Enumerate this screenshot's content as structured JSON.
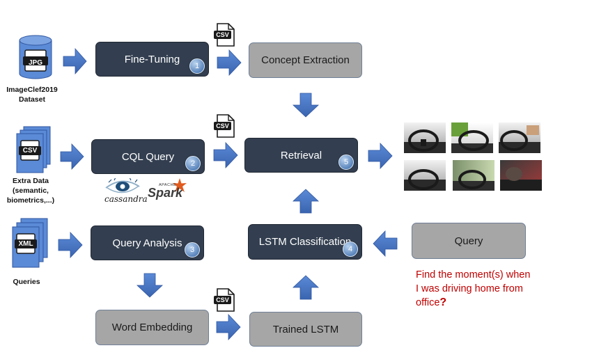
{
  "boxes": {
    "fine_tuning": {
      "label": "Fine-Tuning",
      "badge": "1"
    },
    "cql_query": {
      "label": "CQL Query",
      "badge": "2"
    },
    "query_analysis": {
      "label": "Query Analysis",
      "badge": "3"
    },
    "lstm_classification": {
      "label": "LSTM Classification",
      "badge": "4"
    },
    "retrieval": {
      "label": "Retrieval",
      "badge": "5"
    },
    "concept_extraction": {
      "label": "Concept Extraction"
    },
    "word_embedding": {
      "label": "Word Embedding"
    },
    "trained_lstm": {
      "label": "Trained LSTM"
    },
    "query": {
      "label": "Query"
    }
  },
  "inputs": {
    "dataset": {
      "icon_text": "JPG",
      "label_line1": "ImageClef2019",
      "label_line2": "Dataset"
    },
    "extra_data": {
      "icon_text": "CSV",
      "label_line1": "Extra Data",
      "label_line2": "(semantic,",
      "label_line3": "biometrics,...)"
    },
    "queries": {
      "icon_text": "XML",
      "label_line1": "Queries"
    }
  },
  "file_icons": {
    "csv": "CSV"
  },
  "logos": {
    "cassandra": "cassandra",
    "spark_brand": "Spark",
    "spark_small": "APACHE"
  },
  "example_query": {
    "line1": "Find the moment(s) when",
    "line2": "I was driving home from",
    "line3": "office",
    "mark": "?"
  },
  "colors": {
    "dark_box": "#333f50",
    "light_box": "#a6a6a6",
    "arrow": "#4472c4",
    "badge": "#5b86bd",
    "query_text": "#c00000"
  }
}
